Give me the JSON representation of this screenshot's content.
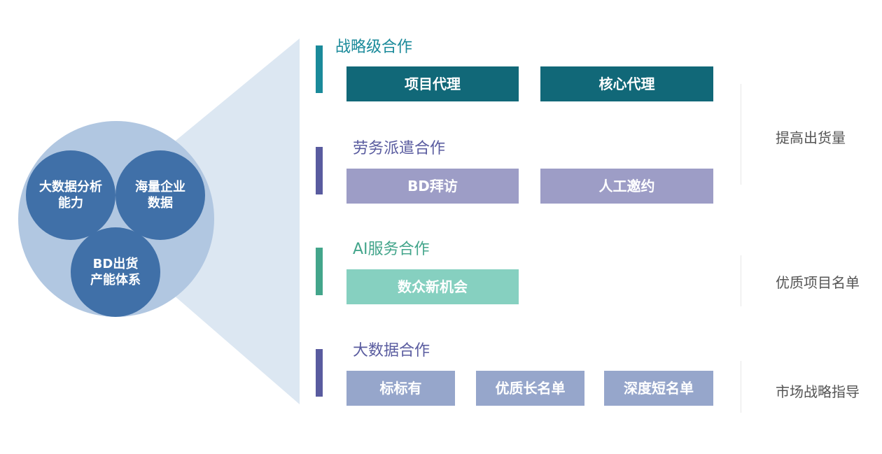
{
  "hub": {
    "circles": [
      {
        "label": "大数据分析\n能力"
      },
      {
        "label": "海量企业\n数据"
      },
      {
        "label": "BD出货\n产能体系"
      }
    ]
  },
  "groups": [
    {
      "title": "战略级合作",
      "items": [
        "项目代理",
        "核心代理"
      ]
    },
    {
      "title": "劳务派遣合作",
      "items": [
        "BD拜访",
        "人工邀约"
      ]
    },
    {
      "title": "AI服务合作",
      "items": [
        "数众新机会"
      ]
    },
    {
      "title": "大数据合作",
      "items": [
        "标标有",
        "优质长名单",
        "深度短名单"
      ]
    }
  ],
  "results": [
    "提高出货量",
    "优质项目名单",
    "市场战略指导"
  ],
  "colors": {
    "strategic": "#116878",
    "strategic_bar": "#1a8a9a",
    "labor": "#9d9dc6",
    "labor_bar": "#595b9f",
    "ai": "#86d0c0",
    "ai_bar": "#43a58b",
    "bigdata": "#96a6cb",
    "bigdata_bar": "#595b9f",
    "circle": "#4070a8",
    "hub_bg": "#b1c7e1",
    "fan": "#dce7f2"
  }
}
